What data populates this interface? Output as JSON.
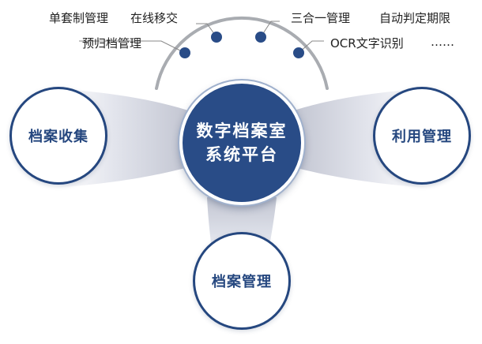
{
  "features": {
    "item1": "单套制管理",
    "item2": "在线移交",
    "item3": "预归档管理",
    "item4": "三合一管理",
    "item5": "自动判定期限",
    "item6": "OCR文字识别",
    "item7": "……"
  },
  "center": {
    "line1": "数字档案室",
    "line2": "系统平台"
  },
  "nodes": {
    "left": "档案收集",
    "right": "利用管理",
    "bottom": "档案管理"
  },
  "colors": {
    "primary": "#294c87",
    "outline": "#25477f",
    "connector": "#c9cbd6",
    "arc": "#a9acb1"
  }
}
